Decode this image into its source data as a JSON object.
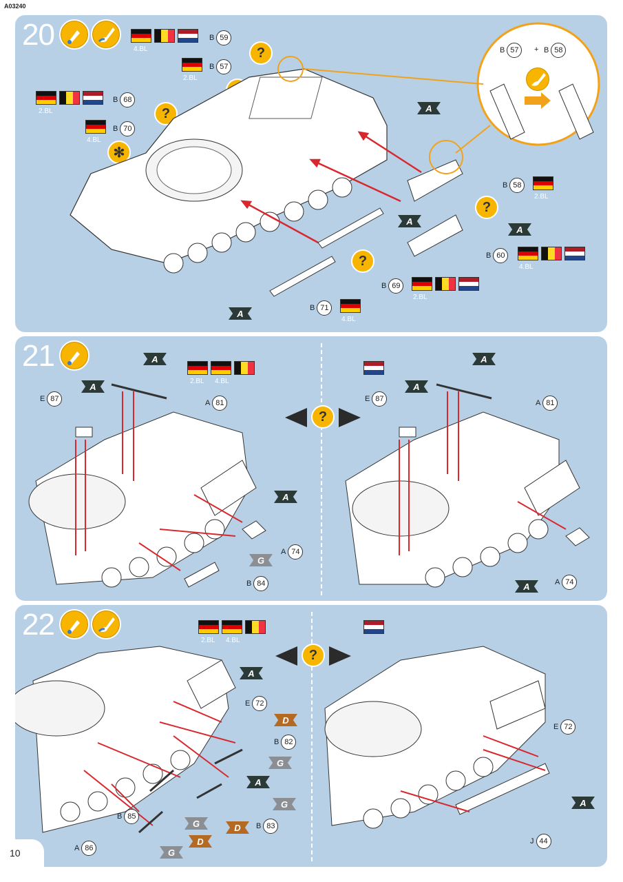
{
  "doc_code": "A03240",
  "page_number": "10",
  "colors": {
    "panel": "#b7d0e6",
    "arrow": "#d9272e",
    "accent": "#f7b500",
    "tag_A": "#2b3a36",
    "tag_G": "#8b8e92",
    "tag_D": "#b56a24"
  },
  "icons": [
    "glue-icon",
    "paint-brush-icon",
    "question-mark-icon",
    "flag-de-icon",
    "flag-be-icon",
    "flag-nl-icon",
    "asterisk-icon"
  ],
  "step20": {
    "number": "20",
    "flag_caption_1": "4.BL",
    "flag_caption_2": "2.BL",
    "flag_caption_3": "2.BL",
    "flag_caption_4": "4.BL",
    "flag_caption_58": "2.BL",
    "flag_caption_60": "4.BL",
    "flag_caption_69": "2.BL",
    "flag_caption_71": "4.BL",
    "c59_letter": "B",
    "c59_num": "59",
    "c57_letter": "B",
    "c57_num": "57",
    "c68_letter": "B",
    "c68_num": "68",
    "c70_letter": "B",
    "c70_num": "70",
    "inset_b57_letter": "B",
    "inset_b57_num": "57",
    "inset_plus": "+",
    "inset_b58_letter": "B",
    "inset_b58_num": "58",
    "c58_letter": "B",
    "c58_num": "58",
    "c60_letter": "B",
    "c60_num": "60",
    "c69_letter": "B",
    "c69_num": "69",
    "c71_letter": "B",
    "c71_num": "71",
    "tag": "A",
    "q": "?",
    "star": "✻"
  },
  "step21": {
    "number": "21",
    "left_caption_1": "2.BL",
    "left_caption_2": "4.BL",
    "e87_letter": "E",
    "e87_num": "87",
    "a81_letter": "A",
    "a81_num": "81",
    "a74_letter": "A",
    "a74_num": "74",
    "b84_letter": "B",
    "b84_num": "84",
    "tag_A": "A",
    "tag_G": "G",
    "q": "?"
  },
  "step22": {
    "number": "22",
    "caption_1": "2.BL",
    "caption_2": "4.BL",
    "e72_letter": "E",
    "e72_num": "72",
    "b82_letter": "B",
    "b82_num": "82",
    "b83_letter": "B",
    "b83_num": "83",
    "b85_letter": "B",
    "b85_num": "85",
    "a86_letter": "A",
    "a86_num": "86",
    "j44_letter": "J",
    "j44_num": "44",
    "tag_A": "A",
    "tag_G": "G",
    "tag_D": "D",
    "q": "?"
  }
}
